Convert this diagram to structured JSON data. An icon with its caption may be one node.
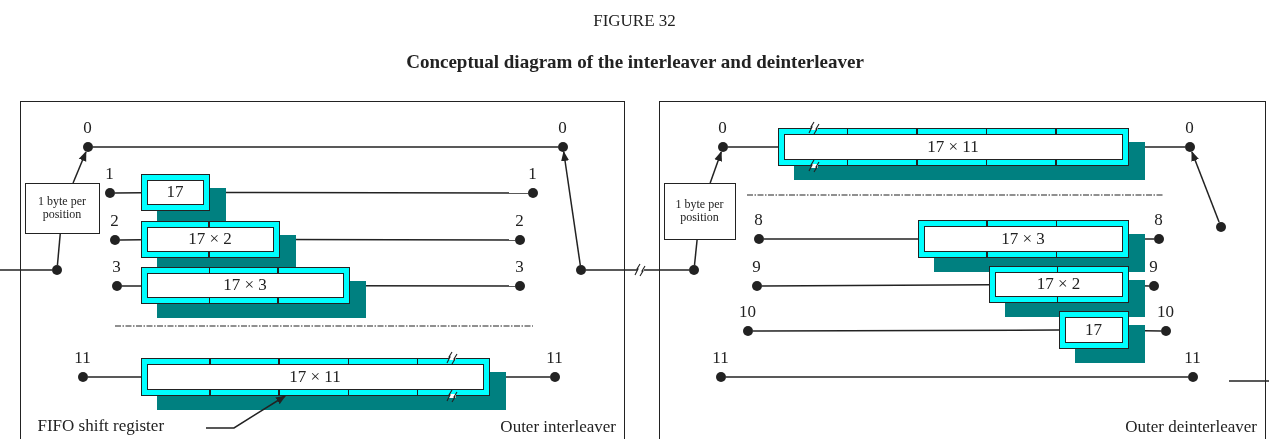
{
  "diagram": {
    "title": "FIGURE 32",
    "caption": "Conceptual diagram of the interleaver and deinterleaver",
    "nodes": [
      {
        "text": [
          "Outer interleaver"
        ]
      },
      {
        "text": [
          "1 byte per position"
        ],
        "in": 0
      },
      {
        "text": [],
        "shape": "circle",
        "in": 0
      },
      {
        "text": [],
        "shape": "circle",
        "in": 0,
        "beside": [
          "0"
        ]
      },
      {
        "text": [],
        "shape": "circle",
        "in": 0,
        "beside": [
          "0"
        ]
      },
      {
        "text": [],
        "shape": "circle",
        "in": 0,
        "beside": [
          "1"
        ]
      },
      {
        "text": [
          "17"
        ],
        "in": 0
      },
      {
        "text": [],
        "shape": "circle",
        "in": 0,
        "beside": [
          "1"
        ]
      },
      {
        "text": [],
        "shape": "circle",
        "in": 0,
        "beside": [
          "2"
        ]
      },
      {
        "text": [
          "17 × 2"
        ],
        "in": 0
      },
      {
        "text": [],
        "shape": "circle",
        "in": 0,
        "beside": [
          "2"
        ]
      },
      {
        "text": [],
        "shape": "circle",
        "in": 0,
        "beside": [
          "3"
        ]
      },
      {
        "text": [
          "17 × 3"
        ],
        "in": 0
      },
      {
        "text": [],
        "shape": "circle",
        "in": 0,
        "beside": [
          "3"
        ]
      },
      {
        "text": [],
        "shape": "circle",
        "in": 0,
        "beside": [
          "11"
        ]
      },
      {
        "text": [
          "17 × 11"
        ],
        "in": 0
      },
      {
        "text": [],
        "shape": "circle",
        "in": 0,
        "beside": [
          "11"
        ]
      },
      {
        "text": [],
        "shape": "circle",
        "in": 0
      },
      {
        "text": [
          "FIFO shift register"
        ],
        "in": 0
      },
      {
        "text": [
          "Outer deinterleaver"
        ]
      },
      {
        "text": [
          "1 byte per position"
        ],
        "in": 19
      },
      {
        "text": [],
        "shape": "circle",
        "in": 19
      },
      {
        "text": [],
        "shape": "circle",
        "in": 19,
        "beside": [
          "0"
        ]
      },
      {
        "text": [
          "17 × 11"
        ],
        "in": 19
      },
      {
        "text": [],
        "shape": "circle",
        "in": 19,
        "beside": [
          "0"
        ]
      },
      {
        "text": [],
        "shape": "circle",
        "in": 19
      },
      {
        "text": [],
        "shape": "circle",
        "in": 19,
        "beside": [
          "8"
        ]
      },
      {
        "text": [
          "17 × 3"
        ],
        "in": 19
      },
      {
        "text": [],
        "shape": "circle",
        "in": 19,
        "beside": [
          "8"
        ]
      },
      {
        "text": [],
        "shape": "circle",
        "in": 19,
        "beside": [
          "9"
        ]
      },
      {
        "text": [
          "17 × 2"
        ],
        "in": 19
      },
      {
        "text": [],
        "shape": "circle",
        "in": 19,
        "beside": [
          "9"
        ]
      },
      {
        "text": [],
        "shape": "circle",
        "in": 19,
        "beside": [
          "10"
        ]
      },
      {
        "text": [
          "17"
        ],
        "in": 19
      },
      {
        "text": [],
        "shape": "circle",
        "in": 19,
        "beside": [
          "10"
        ]
      },
      {
        "text": [],
        "shape": "circle",
        "in": 19,
        "beside": [
          "11"
        ]
      },
      {
        "text": [],
        "shape": "circle",
        "in": 19,
        "beside": [
          "11"
        ]
      }
    ],
    "edges": [
      {
        "from": null,
        "to": 2,
        "arrow": "none"
      },
      {
        "from": 2,
        "to": 1,
        "arrow": "none"
      },
      {
        "from": 1,
        "to": 3,
        "arrow": "to"
      },
      {
        "from": 3,
        "to": 4,
        "arrow": "none"
      },
      {
        "from": 5,
        "to": 6,
        "arrow": "none"
      },
      {
        "from": 6,
        "to": 7,
        "arrow": "none"
      },
      {
        "from": 8,
        "to": 9,
        "arrow": "none"
      },
      {
        "from": 9,
        "to": 10,
        "arrow": "none"
      },
      {
        "from": 11,
        "to": 12,
        "arrow": "none"
      },
      {
        "from": 12,
        "to": 13,
        "arrow": "none"
      },
      {
        "from": 14,
        "to": 15,
        "arrow": "none"
      },
      {
        "from": 15,
        "to": 16,
        "arrow": "none"
      },
      {
        "from": 17,
        "to": 4,
        "arrow": "to"
      },
      {
        "from": 17,
        "to": 21,
        "arrow": "none"
      },
      {
        "from": 18,
        "to": 15,
        "arrow": "to"
      },
      {
        "from": 21,
        "to": 20,
        "arrow": "none"
      },
      {
        "from": 20,
        "to": 22,
        "arrow": "to"
      },
      {
        "from": 22,
        "to": 23,
        "arrow": "none"
      },
      {
        "from": 23,
        "to": 24,
        "arrow": "none"
      },
      {
        "from": 25,
        "to": 24,
        "arrow": "to"
      },
      {
        "from": 26,
        "to": 27,
        "arrow": "none"
      },
      {
        "from": 27,
        "to": 28,
        "arrow": "none"
      },
      {
        "from": 29,
        "to": 30,
        "arrow": "none"
      },
      {
        "from": 30,
        "to": 31,
        "arrow": "none"
      },
      {
        "from": 32,
        "to": 33,
        "arrow": "none"
      },
      {
        "from": 33,
        "to": 34,
        "arrow": "none"
      },
      {
        "from": 35,
        "to": 36,
        "arrow": "none"
      }
    ]
  }
}
